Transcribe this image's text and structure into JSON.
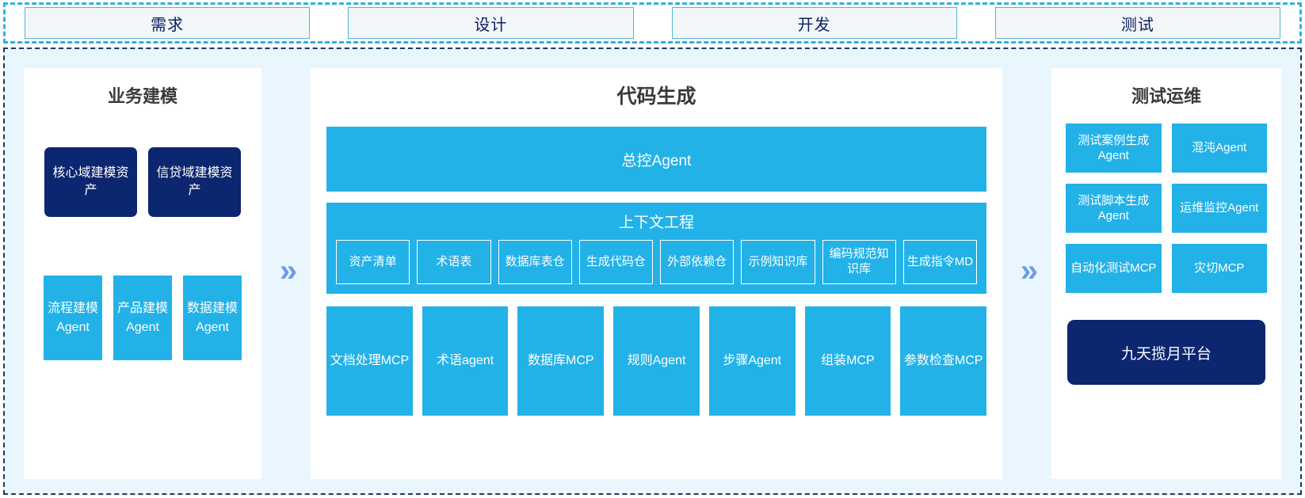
{
  "phases": {
    "items": [
      {
        "label": "需求"
      },
      {
        "label": "设计"
      },
      {
        "label": "开发"
      },
      {
        "label": "测试"
      }
    ]
  },
  "colors": {
    "cyan": "#22b2e8",
    "navy": "#0c2670",
    "chevron": "#6d9bea",
    "panel_bg": "#eaf6fd",
    "phase_fill": "#f2f6f9",
    "phase_border": "#52b6d8"
  },
  "left_panel": {
    "title": "业务建模",
    "assets": [
      {
        "label": "核心域建模资产"
      },
      {
        "label": "信贷域建模资产"
      }
    ],
    "agents": [
      {
        "label": "流程建模Agent"
      },
      {
        "label": "产品建模Agent"
      },
      {
        "label": "数据建模Agent"
      }
    ]
  },
  "arrows": {
    "glyph": "»",
    "left_name": "chevron-right-icon",
    "right_name": "chevron-right-icon"
  },
  "center_panel": {
    "title": "代码生成",
    "master_agent": "总控Agent",
    "context": {
      "title": "上下文工程",
      "cells": [
        {
          "label": "资产清单"
        },
        {
          "label": "术语表"
        },
        {
          "label": "数据库表仓"
        },
        {
          "label": "生成代码仓"
        },
        {
          "label": "外部依赖仓"
        },
        {
          "label": "示例知识库"
        },
        {
          "label": "编码规范知识库"
        },
        {
          "label": "生成指令MD"
        }
      ]
    },
    "tools": [
      {
        "label": "文档处理MCP"
      },
      {
        "label": "术语agent"
      },
      {
        "label": "数据库MCP"
      },
      {
        "label": "规则Agent"
      },
      {
        "label": "步骤Agent"
      },
      {
        "label": "组装MCP"
      },
      {
        "label": "参数检查MCP"
      }
    ]
  },
  "right_panel": {
    "title": "测试运维",
    "cells": [
      {
        "label": "测试案例生成Agent"
      },
      {
        "label": "混沌Agent"
      },
      {
        "label": "测试脚本生成Agent"
      },
      {
        "label": "运维监控Agent"
      },
      {
        "label": "自动化测试MCP"
      },
      {
        "label": "灾切MCP"
      }
    ],
    "platform": "九天揽月平台"
  }
}
